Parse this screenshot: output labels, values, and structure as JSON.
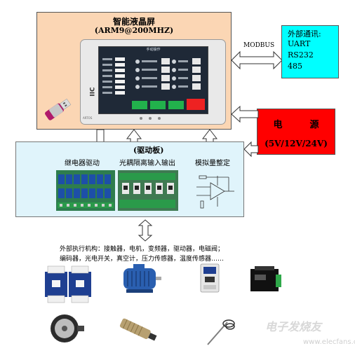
{
  "lcd": {
    "title": "智能液晶屏",
    "subtitle": "(ARM9@200MHZ)",
    "screen_title": "手动操作",
    "brand": "ARTOS"
  },
  "link": {
    "protocol": "MODBUS"
  },
  "comm": {
    "title": "外部通讯:",
    "items": [
      "UART",
      "RS232",
      "485"
    ]
  },
  "power": {
    "label": "电　　　源",
    "voltage": "(5V/12V/24V)"
  },
  "driver": {
    "title": "(驱动板)",
    "labels": [
      "继电器驱动",
      "光耦隔离输入输出",
      "模拟量整定"
    ]
  },
  "actuators": {
    "line1": "外部执行机构：接触器，电机，变频器，驱动器，电磁阀；",
    "line2": "编码器，光电开关，真空计，压力传感器，温度传感器……"
  },
  "watermark": {
    "text": "电子发烧友",
    "url": "www.elecfans.com"
  },
  "colors": {
    "lcd_bg": "#fbd6b4",
    "comm_bg": "#00ffff",
    "power_bg": "#ff0000",
    "driver_bg": "#e0f4fb"
  }
}
